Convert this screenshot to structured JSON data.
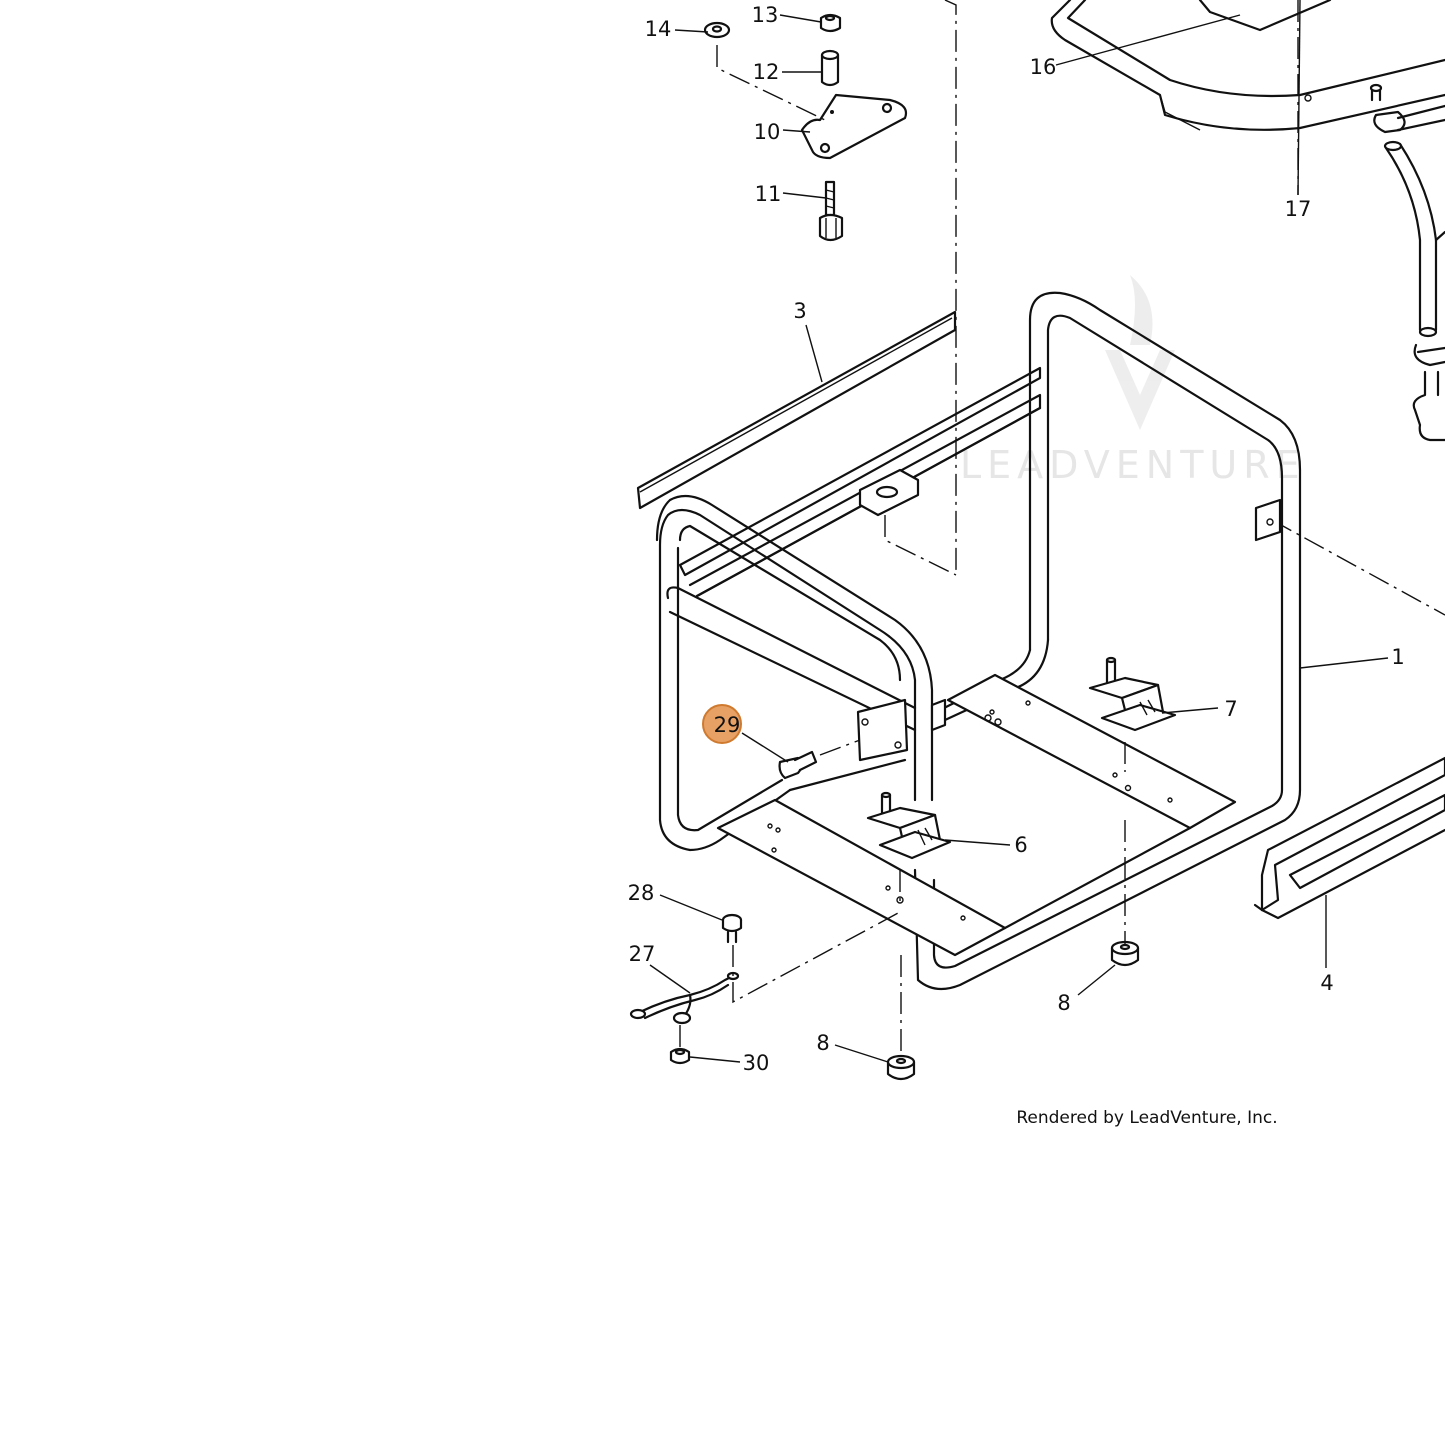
{
  "diagram": {
    "callouts": [
      {
        "id": "c1",
        "label": "1"
      },
      {
        "id": "c3",
        "label": "3"
      },
      {
        "id": "c4",
        "label": "4"
      },
      {
        "id": "c6",
        "label": "6"
      },
      {
        "id": "c7",
        "label": "7"
      },
      {
        "id": "c8a",
        "label": "8"
      },
      {
        "id": "c8b",
        "label": "8"
      },
      {
        "id": "c10",
        "label": "10"
      },
      {
        "id": "c11",
        "label": "11"
      },
      {
        "id": "c12",
        "label": "12"
      },
      {
        "id": "c13",
        "label": "13"
      },
      {
        "id": "c14",
        "label": "14"
      },
      {
        "id": "c16",
        "label": "16"
      },
      {
        "id": "c17",
        "label": "17"
      },
      {
        "id": "c27",
        "label": "27"
      },
      {
        "id": "c28",
        "label": "28"
      },
      {
        "id": "c29",
        "label": "29"
      },
      {
        "id": "c30",
        "label": "30"
      }
    ],
    "highlighted_callout": "29",
    "highlight_color": "#e8a165",
    "highlight_stroke": "#cf7a2e"
  },
  "watermark": {
    "text": "LEADVENTURE"
  },
  "credit": {
    "text": "Rendered by LeadVenture, Inc."
  }
}
